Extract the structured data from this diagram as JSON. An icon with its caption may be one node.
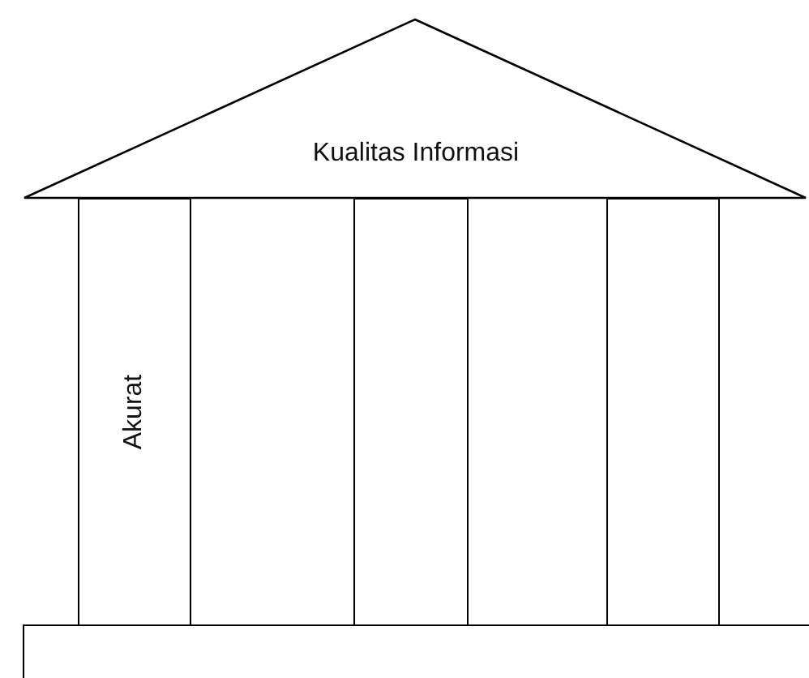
{
  "diagram": {
    "nodes": [
      {
        "text": [
          "Kualitas Informasi"
        ]
      },
      {
        "text": [
          "Akurat"
        ]
      },
      {
        "text": [],
        "shape": "box"
      },
      {
        "text": [],
        "shape": "box"
      },
      {
        "text": [],
        "shape": "box"
      }
    ]
  }
}
